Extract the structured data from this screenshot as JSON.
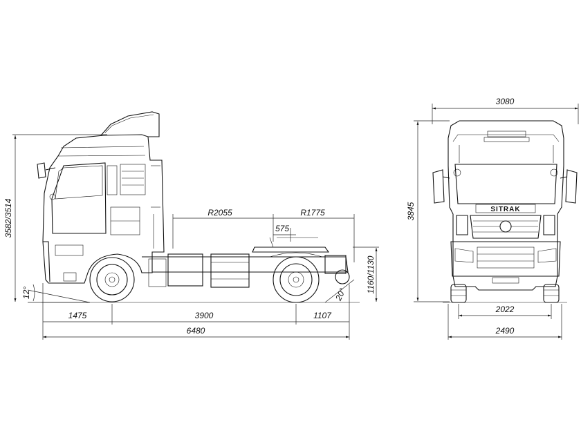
{
  "side_view": {
    "height_label": "3582/3514",
    "angle_front": "12°",
    "angle_rear": "20°",
    "front_overhang": "1475",
    "wheelbase": "3900",
    "rear_overhang": "1107",
    "overall_length": "6480",
    "radius_front": "R2055",
    "radius_rear": "R1775",
    "fifth_wheel_offset": "575",
    "fifth_wheel_height": "1160/1130"
  },
  "front_view": {
    "overall_width": "3080",
    "overall_height": "3845",
    "track_width": "2022",
    "body_width": "2490",
    "brand": "SITRAK"
  }
}
